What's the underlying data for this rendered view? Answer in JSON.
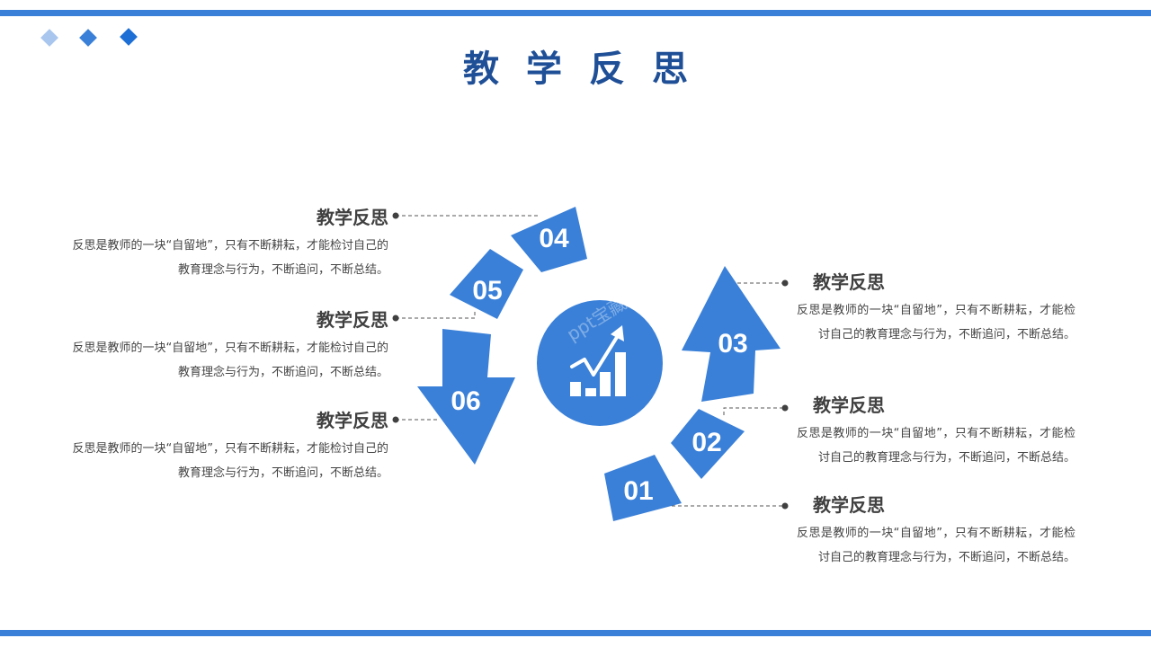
{
  "colors": {
    "accent": "#3a80d8",
    "accent_dark": "#1f57a3",
    "title": "#1f4f96",
    "heading": "#404040",
    "body_text": "#444444",
    "connector": "#555555",
    "diamond_light": "#a9c6ee",
    "diamond_mid": "#3a80d8",
    "diamond_dark": "#1d6fd6"
  },
  "page_title": "教学反思",
  "center_icon": "growth-bar-chart-icon",
  "watermark": "ppt宝藏",
  "segments": [
    {
      "number": "01"
    },
    {
      "number": "02"
    },
    {
      "number": "03"
    },
    {
      "number": "04"
    },
    {
      "number": "05"
    },
    {
      "number": "06"
    }
  ],
  "left_blocks": [
    {
      "heading": "教学反思",
      "body": "反思是教师的一块“自留地”，只有不断耕耘，才能检讨自己的教育理念与行为，不断追问，不断总结。"
    },
    {
      "heading": "教学反思",
      "body": "反思是教师的一块“自留地”，只有不断耕耘，才能检讨自己的教育理念与行为，不断追问，不断总结。"
    },
    {
      "heading": "教学反思",
      "body": "反思是教师的一块“自留地”，只有不断耕耘，才能检讨自己的教育理念与行为，不断追问，不断总结。"
    }
  ],
  "right_blocks": [
    {
      "heading": "教学反思",
      "body": "反思是教师的一块“自留地”，只有不断耕耘，才能检讨自己的教育理念与行为，不断追问，不断总结。"
    },
    {
      "heading": "教学反思",
      "body": "反思是教师的一块“自留地”，只有不断耕耘，才能检讨自己的教育理念与行为，不断追问，不断总结。"
    },
    {
      "heading": "教学反思",
      "body": "反思是教师的一块“自留地”，只有不断耕耘，才能检讨自己的教育理念与行为，不断追问，不断总结。"
    }
  ]
}
